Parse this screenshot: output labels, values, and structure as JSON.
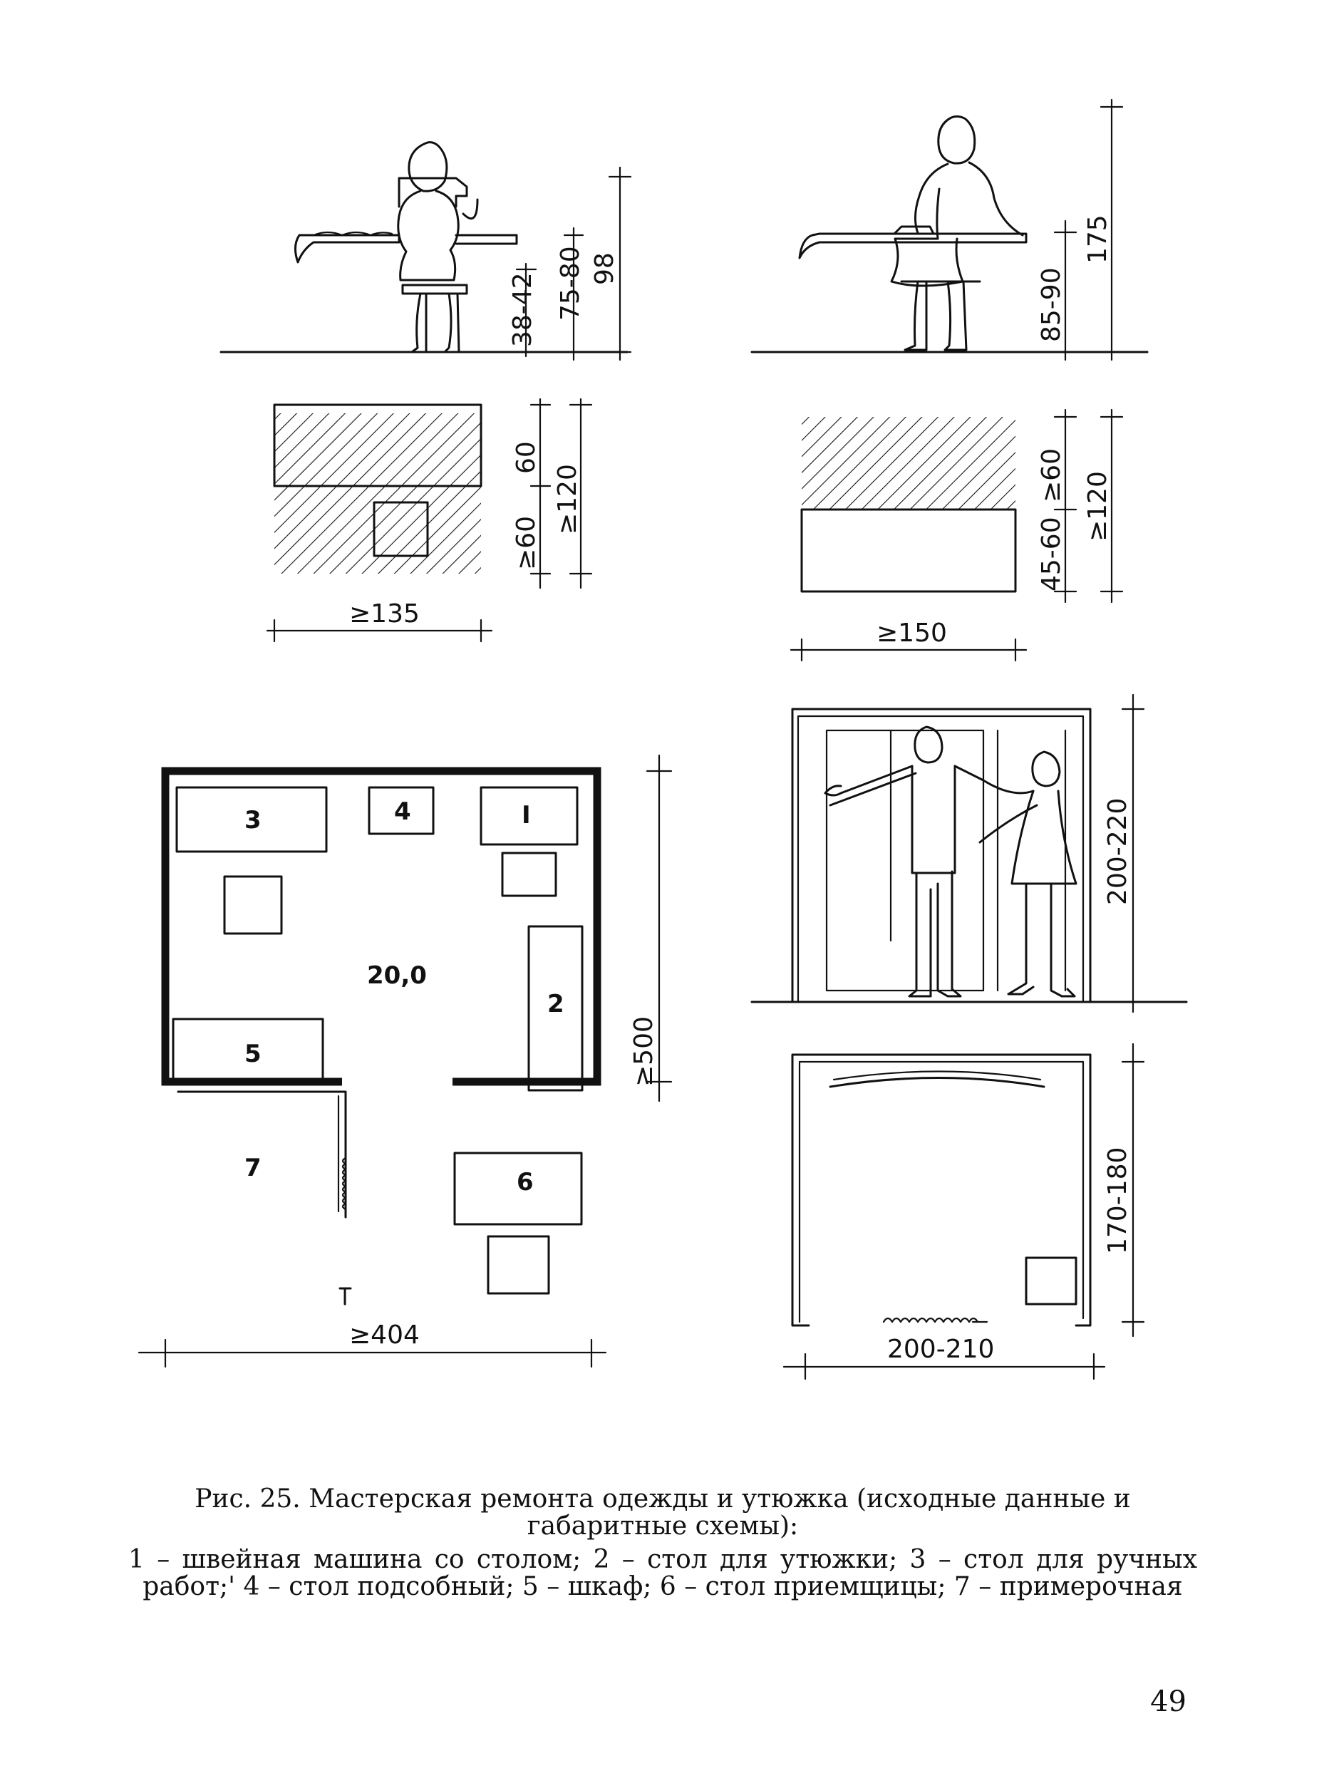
{
  "figure": {
    "sewing_elevation": {
      "dims": [
        "38-42",
        "75-80",
        "98"
      ]
    },
    "ironing_elevation": {
      "dims": [
        "85-90",
        "175"
      ]
    },
    "sewing_plan": {
      "dims": [
        "60",
        "≥60",
        "≥120",
        "≥135"
      ]
    },
    "ironing_plan": {
      "dims": [
        "≥60",
        "45-60",
        "≥120",
        "≥150"
      ]
    },
    "room_plan": {
      "labels": [
        "3",
        "4",
        "I",
        "2",
        "5",
        "7",
        "6"
      ],
      "area": "20,0",
      "dims": [
        "≥500",
        "≥404"
      ]
    },
    "fitting_elevation": {
      "dims": [
        "200-220"
      ]
    },
    "fitting_plan": {
      "dims": [
        "170-180",
        "200-210"
      ]
    }
  },
  "caption": {
    "title": "Рис. 25. Мастерская ремонта одежды и утюжка (исходные данные и габаритные схемы):",
    "body": "1 – швейная машина со столом; 2 – стол для утюжки; 3 – стол для ручных работ;' 4 – стол подсобный; 5 – шкаф; 6 – стол приемщицы; 7 – примерочная"
  },
  "page_number": "49"
}
